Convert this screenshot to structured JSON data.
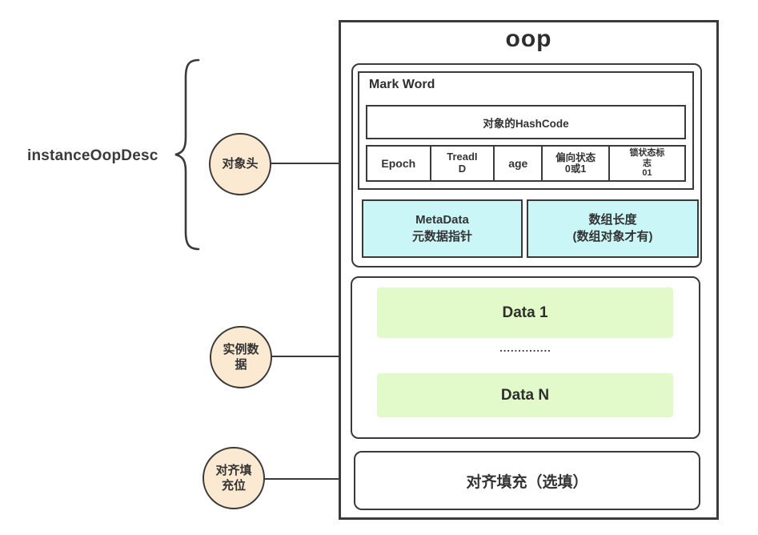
{
  "diagram": {
    "root_label": "instanceOopDesc",
    "circles": {
      "object_header": "对象头",
      "instance_data": "实例数\n据",
      "alignment_padding": "对齐填\n充位"
    },
    "oop": {
      "title": "oop",
      "mark_word": {
        "title": "Mark Word",
        "hashcode": "对象的HashCode",
        "cells": [
          {
            "label": "Epoch"
          },
          {
            "label": "TreadI\nD"
          },
          {
            "label": "age"
          },
          {
            "label": "偏向状态\n0或1"
          },
          {
            "label": "锁状态标\n志\n01"
          }
        ]
      },
      "metadata_box": "MetaData\n元数据指针",
      "array_length_box": "数组长度\n(数组对象才有)",
      "instance_section": {
        "data_first": "Data 1",
        "dots": "..............",
        "data_last": "Data N"
      },
      "padding_box": "对齐填充（选填）"
    },
    "colors": {
      "border": "#3a3a3a",
      "circle_fill": "#fce9d1",
      "cyan_fill": "#cbf6f7",
      "green_fill": "#e2fac9",
      "background": "#ffffff"
    }
  }
}
